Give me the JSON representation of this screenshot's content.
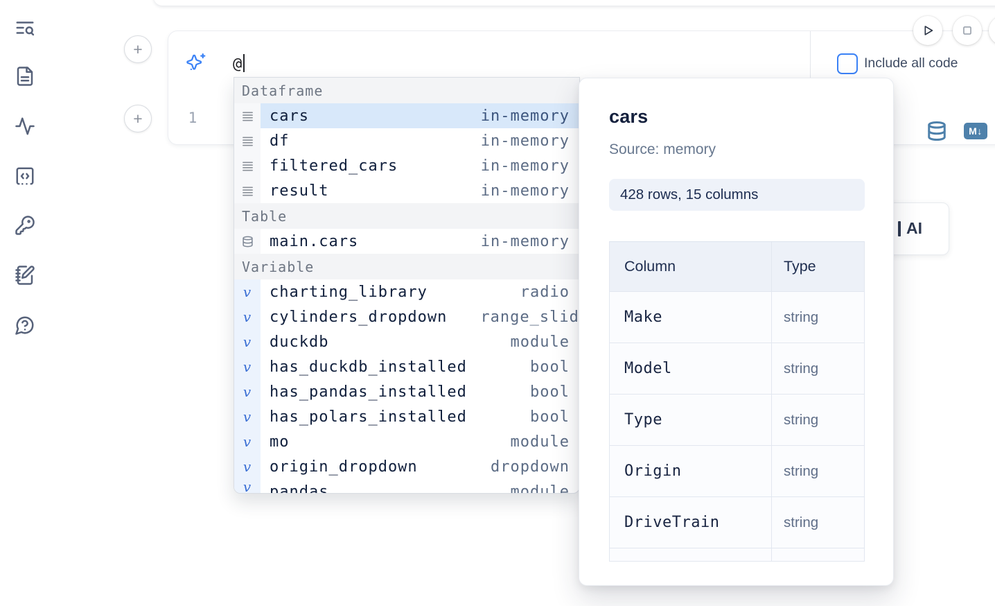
{
  "sidebar": {
    "icons": [
      "list-search-icon",
      "document-icon",
      "activity-icon",
      "code-cell-icon",
      "key-icon",
      "notebook-edit-icon",
      "help-icon"
    ]
  },
  "ai_bar": {
    "prompt_value": "@",
    "include_all_code_label": "Include all code",
    "include_all_code_checked": false
  },
  "editor": {
    "line_number": "1",
    "markdown_badge": "M↓"
  },
  "completion": {
    "sections": [
      {
        "label": "Dataframe",
        "items": [
          {
            "name": "cars",
            "type": "in-memory",
            "icon": "dataframe",
            "selected": true
          },
          {
            "name": "df",
            "type": "in-memory",
            "icon": "dataframe"
          },
          {
            "name": "filtered_cars",
            "type": "in-memory",
            "icon": "dataframe"
          },
          {
            "name": "result",
            "type": "in-memory",
            "icon": "dataframe"
          }
        ]
      },
      {
        "label": "Table",
        "items": [
          {
            "name": "main.cars",
            "type": "in-memory",
            "icon": "database"
          }
        ]
      },
      {
        "label": "Variable",
        "items": [
          {
            "name": "charting_library",
            "type": "radio",
            "icon": "variable"
          },
          {
            "name": "cylinders_dropdown",
            "type": "range_slider",
            "icon": "variable"
          },
          {
            "name": "duckdb",
            "type": "module",
            "icon": "variable"
          },
          {
            "name": "has_duckdb_installed",
            "type": "bool",
            "icon": "variable"
          },
          {
            "name": "has_pandas_installed",
            "type": "bool",
            "icon": "variable"
          },
          {
            "name": "has_polars_installed",
            "type": "bool",
            "icon": "variable"
          },
          {
            "name": "mo",
            "type": "module",
            "icon": "variable"
          },
          {
            "name": "origin_dropdown",
            "type": "dropdown",
            "icon": "variable"
          },
          {
            "name": "pandas",
            "type": "module",
            "icon": "variable",
            "partial": true
          }
        ]
      }
    ]
  },
  "preview": {
    "title": "cars",
    "source_label": "Source: memory",
    "shape_badge": "428 rows, 15 columns",
    "table": {
      "headers": [
        "Column",
        "Type"
      ],
      "rows": [
        [
          "Make",
          "string"
        ],
        [
          "Model",
          "string"
        ],
        [
          "Type",
          "string"
        ],
        [
          "Origin",
          "string"
        ],
        [
          "DriveTrain",
          "string"
        ]
      ]
    }
  },
  "ai_button": {
    "label_partial": "AI"
  },
  "colors": {
    "accent": "#3b82f6",
    "selection": "#d8e8fa",
    "steel_blue": "#4e81ab"
  }
}
